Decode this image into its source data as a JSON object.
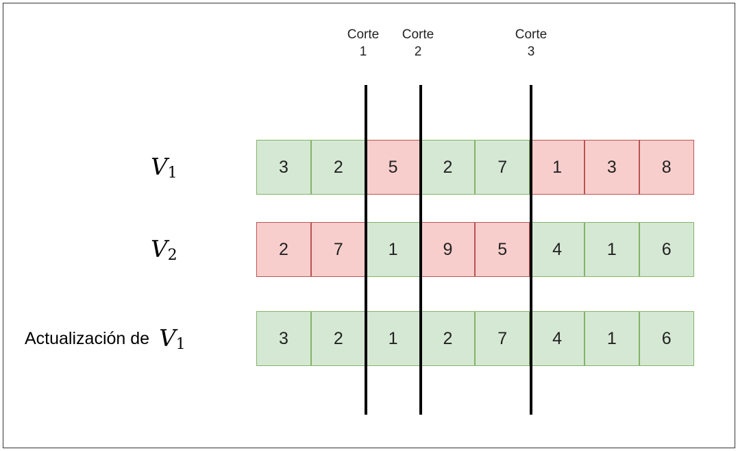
{
  "cuts": [
    {
      "label": "Corte\n1"
    },
    {
      "label": "Corte\n2"
    },
    {
      "label": "Corte\n3"
    }
  ],
  "rows": [
    {
      "prefix": "",
      "var": "V",
      "sub": "1",
      "cells": [
        {
          "value": "3",
          "status": "green"
        },
        {
          "value": "2",
          "status": "green"
        },
        {
          "value": "5",
          "status": "red"
        },
        {
          "value": "2",
          "status": "green"
        },
        {
          "value": "7",
          "status": "green"
        },
        {
          "value": "1",
          "status": "red"
        },
        {
          "value": "3",
          "status": "red"
        },
        {
          "value": "8",
          "status": "red"
        }
      ]
    },
    {
      "prefix": "",
      "var": "V",
      "sub": "2",
      "cells": [
        {
          "value": "2",
          "status": "red"
        },
        {
          "value": "7",
          "status": "red"
        },
        {
          "value": "1",
          "status": "green"
        },
        {
          "value": "9",
          "status": "red"
        },
        {
          "value": "5",
          "status": "red"
        },
        {
          "value": "4",
          "status": "green"
        },
        {
          "value": "1",
          "status": "green"
        },
        {
          "value": "6",
          "status": "green"
        }
      ]
    },
    {
      "prefix": "Actualización de",
      "var": "V",
      "sub": "1",
      "cells": [
        {
          "value": "3",
          "status": "green"
        },
        {
          "value": "2",
          "status": "green"
        },
        {
          "value": "1",
          "status": "green"
        },
        {
          "value": "2",
          "status": "green"
        },
        {
          "value": "7",
          "status": "green"
        },
        {
          "value": "4",
          "status": "green"
        },
        {
          "value": "1",
          "status": "green"
        },
        {
          "value": "6",
          "status": "green"
        }
      ]
    }
  ],
  "colors": {
    "green_fill": "#d5e8d4",
    "green_border": "#82b366",
    "red_fill": "#f8cecc",
    "red_border": "#b85450",
    "cut_line": "#000000"
  }
}
